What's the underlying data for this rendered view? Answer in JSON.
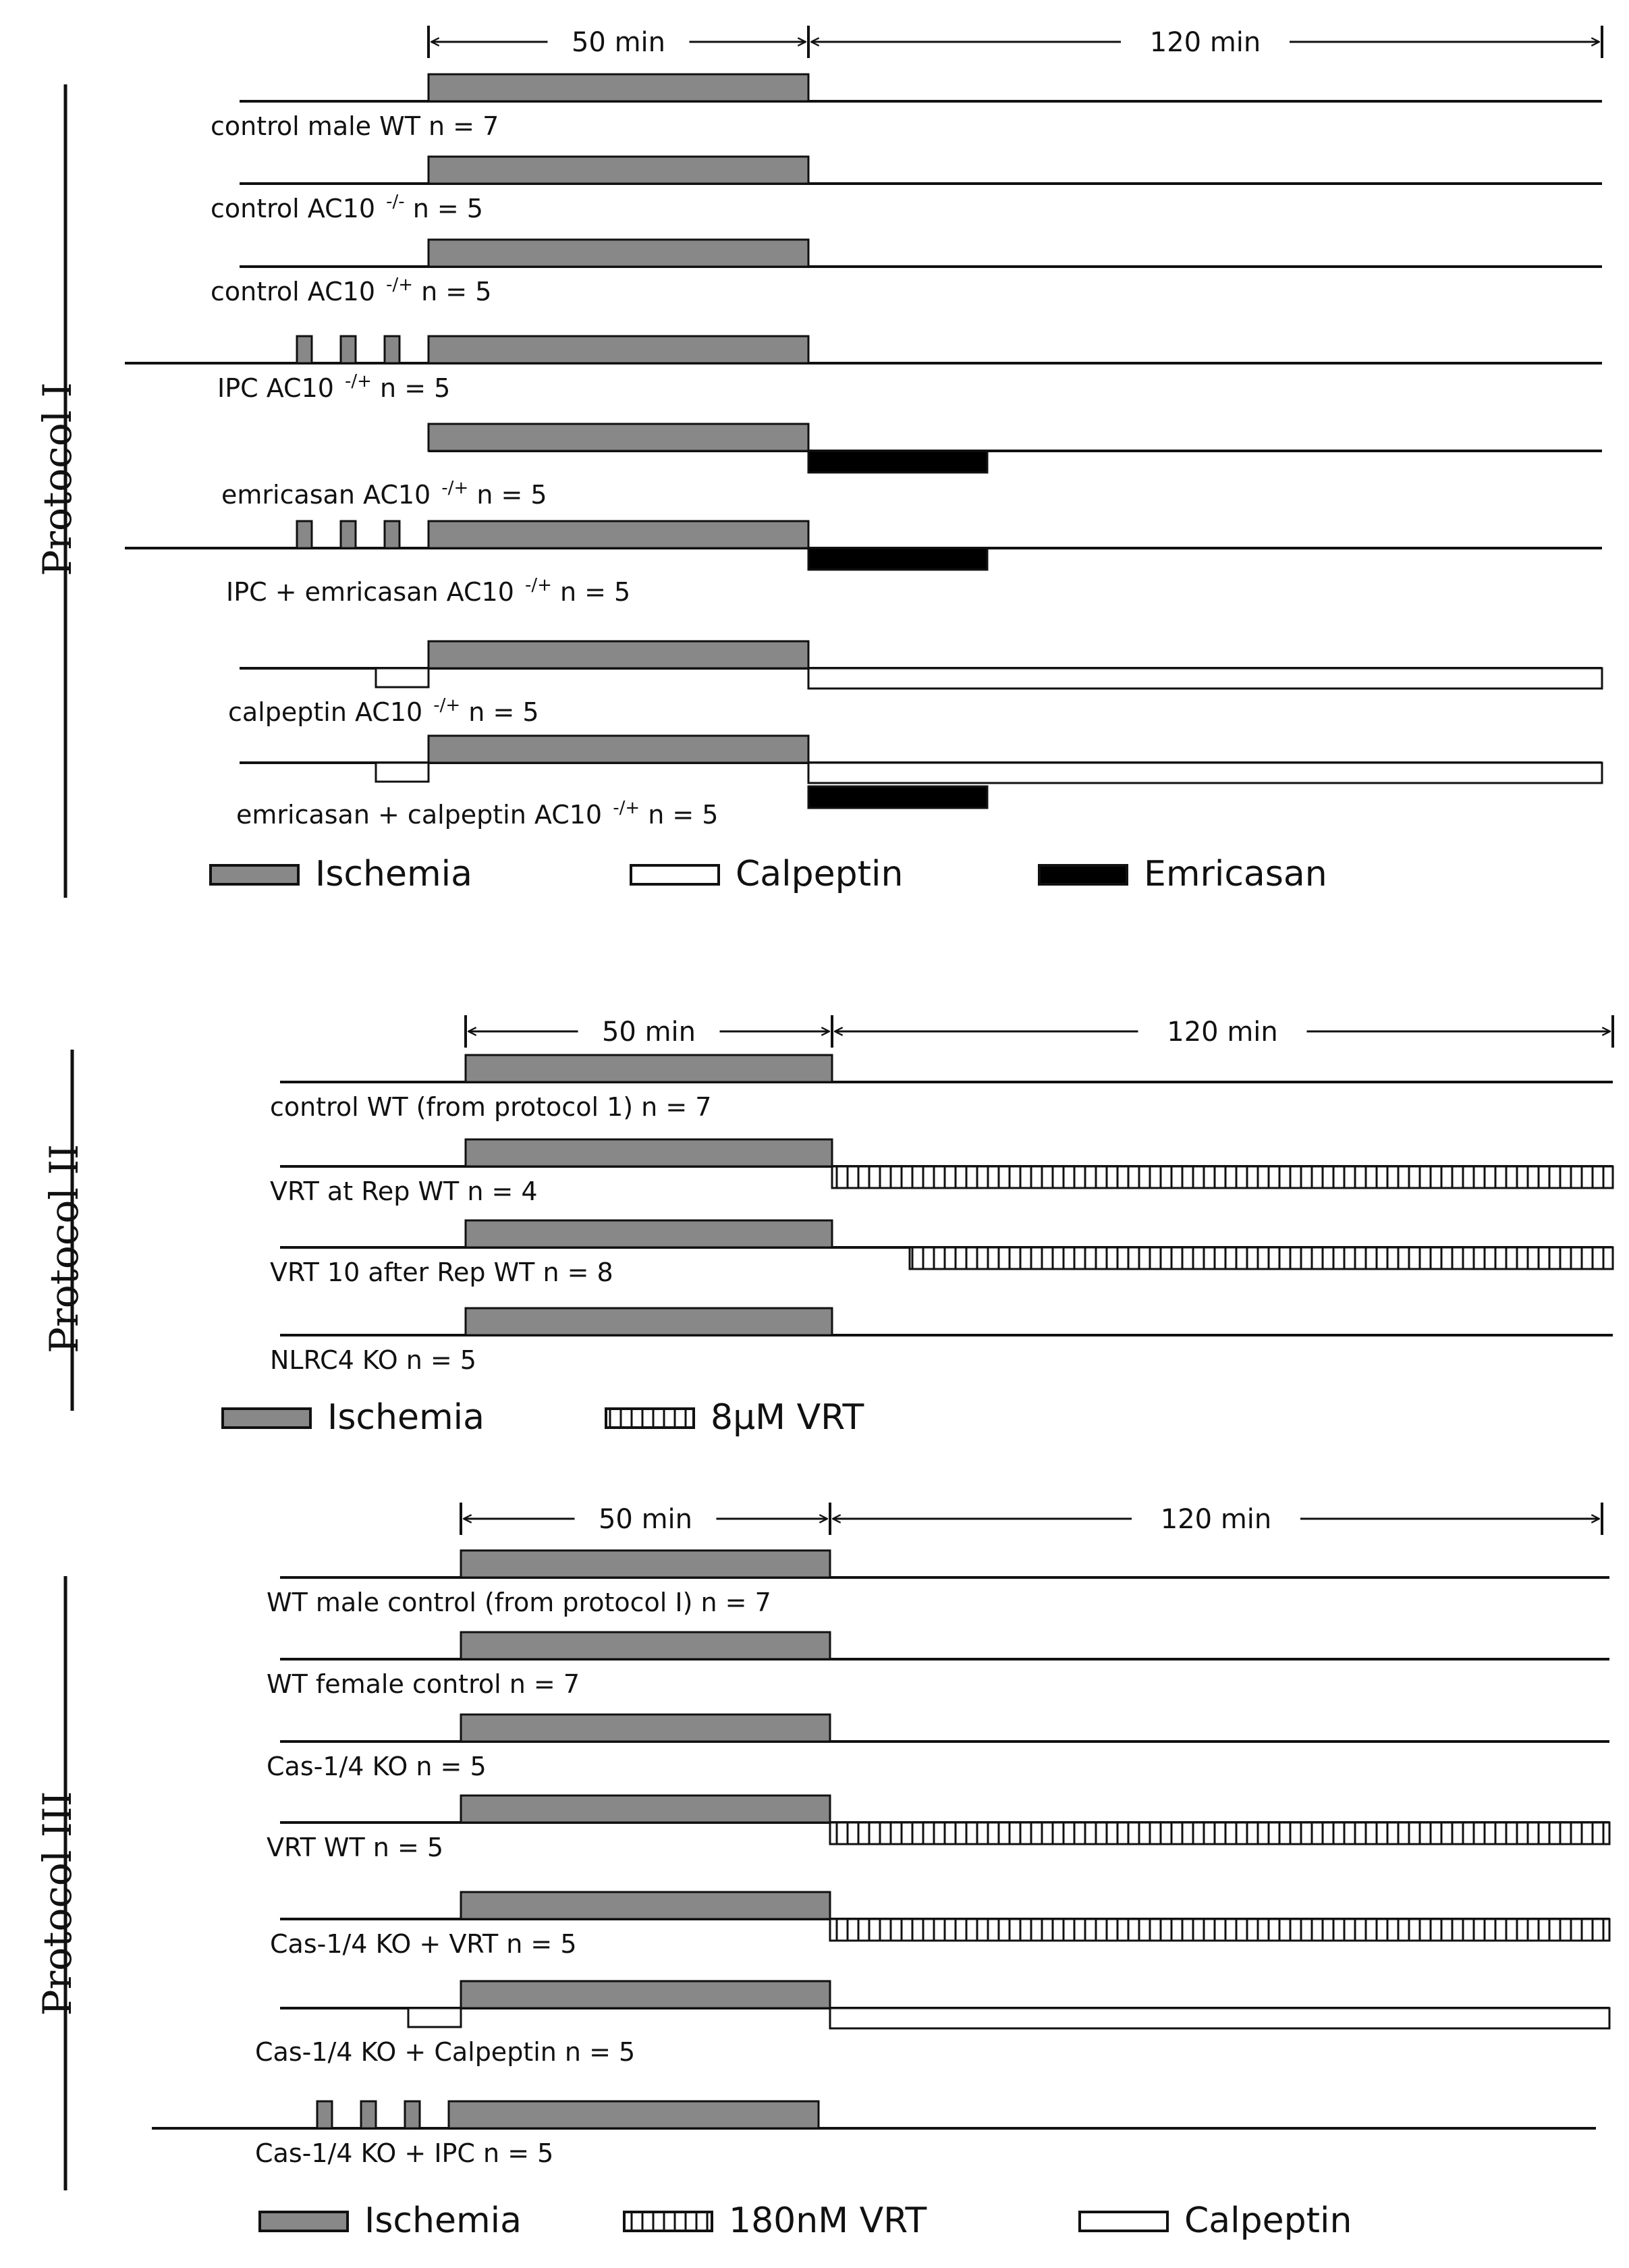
{
  "colors": {
    "ischemia": "#888888",
    "emricasan": "#000000",
    "calpeptin": "#ffffff",
    "vrt": "#ffffff",
    "stroke": "#111111"
  },
  "protocols": [
    {
      "name": "Protocol I",
      "timing": [
        "50 min",
        "120 min"
      ],
      "rows": [
        {
          "label": "control male WT n = 7",
          "treatments": [
            "ischemia"
          ]
        },
        {
          "label": "control AC10 -/-  n = 5",
          "treatments": [
            "ischemia"
          ]
        },
        {
          "label": "control AC10 -/+  n = 5",
          "treatments": [
            "ischemia"
          ]
        },
        {
          "label": "IPC AC10 -/+ n = 5",
          "treatments": [
            "ipc",
            "ischemia"
          ]
        },
        {
          "label": "emricasan AC10 -/+ n = 5",
          "treatments": [
            "ischemia",
            "emricasan"
          ]
        },
        {
          "label": "IPC + emricasan AC10 -/+ n = 5",
          "treatments": [
            "ipc",
            "ischemia",
            "emricasan"
          ]
        },
        {
          "label": "calpeptin AC10 -/+  n = 5",
          "treatments": [
            "calpeptin-pre",
            "ischemia",
            "calpeptin"
          ]
        },
        {
          "label": "emricasan + calpeptin AC10 -/+ n = 5",
          "treatments": [
            "calpeptin-pre",
            "ischemia",
            "calpeptin",
            "emricasan"
          ]
        }
      ],
      "legend": [
        {
          "key": "ischemia",
          "label": "Ischemia"
        },
        {
          "key": "calpeptin",
          "label": "Calpeptin"
        },
        {
          "key": "emricasan",
          "label": "Emricasan"
        }
      ]
    },
    {
      "name": "Protocol II",
      "timing": [
        "50 min",
        "120 min"
      ],
      "rows": [
        {
          "label": "control  WT (from protocol 1) n = 7",
          "treatments": [
            "ischemia"
          ]
        },
        {
          "label": "VRT at Rep WT n =  4",
          "treatments": [
            "ischemia",
            "vrt"
          ]
        },
        {
          "label": "VRT 10 after Rep WT n = 8",
          "treatments": [
            "ischemia",
            "vrt-delayed"
          ]
        },
        {
          "label": "NLRC4 KO n = 5",
          "treatments": [
            "ischemia"
          ]
        }
      ],
      "legend": [
        {
          "key": "ischemia",
          "label": "Ischemia"
        },
        {
          "key": "vrt",
          "label": "8μM VRT"
        }
      ]
    },
    {
      "name": "Protocol III",
      "timing": [
        "50 min",
        "120 min"
      ],
      "rows": [
        {
          "label": "WT male control (from protocol I) n = 7",
          "treatments": [
            "ischemia"
          ]
        },
        {
          "label": "WT female  control n = 7",
          "treatments": [
            "ischemia"
          ]
        },
        {
          "label": "Cas-1/4 KO n = 5",
          "treatments": [
            "ischemia"
          ]
        },
        {
          "label": "VRT WT n = 5",
          "treatments": [
            "ischemia",
            "vrt"
          ]
        },
        {
          "label": "Cas-1/4 KO + VRT n = 5",
          "treatments": [
            "ischemia",
            "vrt"
          ]
        },
        {
          "label": "Cas-1/4 KO + Calpeptin  n = 5",
          "treatments": [
            "calpeptin-pre",
            "ischemia",
            "calpeptin"
          ]
        },
        {
          "label": "Cas-1/4 KO + IPC n = 5",
          "treatments": [
            "ipc",
            "ischemia"
          ]
        }
      ],
      "legend": [
        {
          "key": "ischemia",
          "label": "Ischemia"
        },
        {
          "key": "vrt",
          "label": "180nM VRT"
        },
        {
          "key": "calpeptin",
          "label": "Calpeptin"
        }
      ]
    }
  ]
}
